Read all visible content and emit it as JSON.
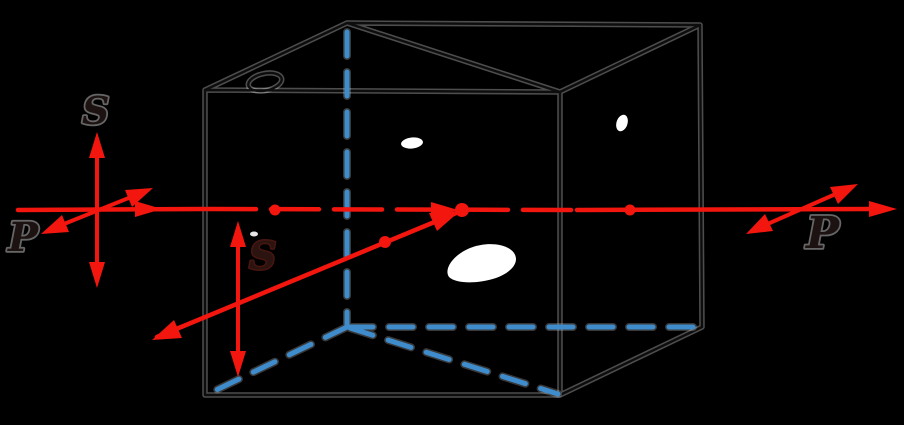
{
  "labels": {
    "incident_s": "S",
    "incident_p": "P",
    "reflected_s": "S",
    "transmitted_p": "P"
  },
  "colors": {
    "background": "#000000",
    "beam": "#f2160f",
    "hidden_edge": "#3f8ccd",
    "cube_edge": "#0d0d0d",
    "edge_halo": "rgba(255,255,255,0.30)",
    "blue_halo": "rgba(255,255,255,0.22)",
    "label": "#1d1212",
    "label_halo": "rgba(255,255,255,0.40)",
    "eraser_mark": "#ffffff"
  }
}
